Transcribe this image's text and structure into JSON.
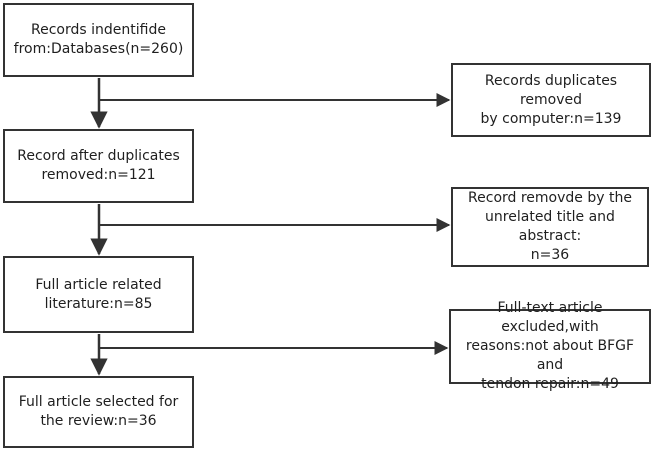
{
  "flow": {
    "main": [
      {
        "text": "Records indentifide\nfrom:Databases(n=260)"
      },
      {
        "text": "Record after duplicates\nremoved:n=121"
      },
      {
        "text": "Full article related\nliterature:n=85"
      },
      {
        "text": "Full article selected for\nthe review:n=36"
      }
    ],
    "excluded": [
      {
        "text": "Records duplicates removed\nby computer:n=139"
      },
      {
        "text": "Record removde by the\nunrelated title and abstract:\nn=36"
      },
      {
        "text": "Full-text article excluded,with\nreasons:not about BFGF and\ntendon repair:n=49"
      }
    ]
  },
  "colors": {
    "stroke": "#333333",
    "text": "#1f1f1f",
    "background": "#ffffff"
  }
}
